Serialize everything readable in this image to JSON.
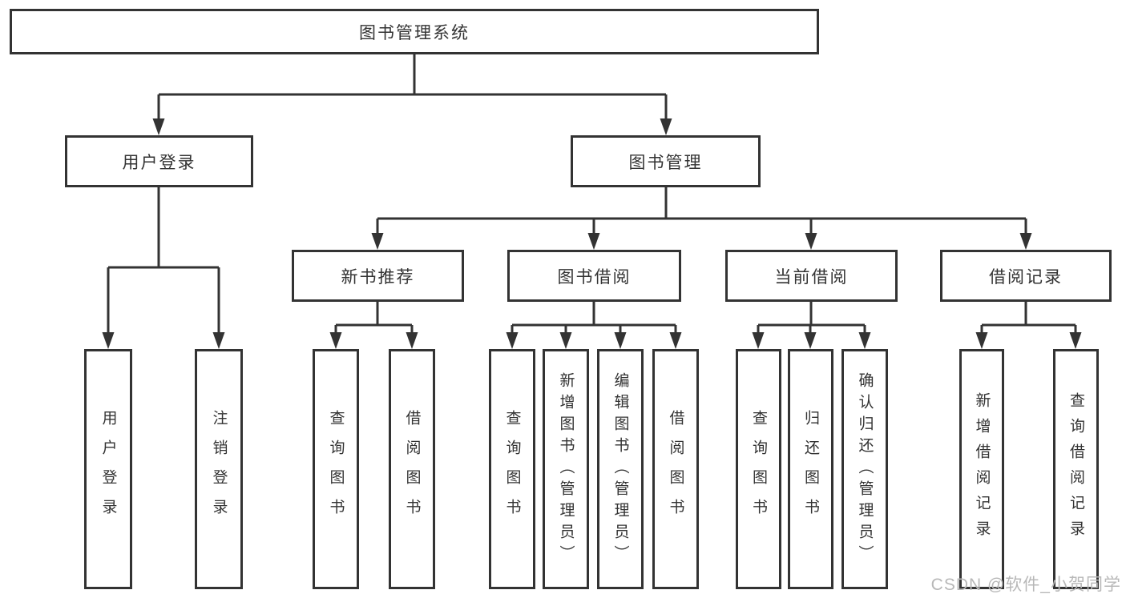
{
  "diagram": {
    "root": {
      "label": "图书管理系统"
    },
    "level2": [
      {
        "label": "用户登录"
      },
      {
        "label": "图书管理"
      }
    ],
    "level3": [
      {
        "label": "新书推荐"
      },
      {
        "label": "图书借阅"
      },
      {
        "label": "当前借阅"
      },
      {
        "label": "借阅记录"
      }
    ],
    "leaves": {
      "user_login": [
        "用户登录",
        "注销登录"
      ],
      "new_book_recommend": [
        "查询图书",
        "借阅图书"
      ],
      "book_borrow": [
        "查询图书",
        "新增图书（管理员）",
        "编辑图书（管理员）",
        "借阅图书"
      ],
      "current_borrow": [
        "查询图书",
        "归还图书",
        "确认归还（管理员）"
      ],
      "borrow_records": [
        "新增借阅记录",
        "查询借阅记录"
      ]
    }
  },
  "watermark": {
    "text": "CSDN @软件_小贺同学"
  },
  "colors": {
    "line": "#333333",
    "text": "#333333",
    "box_background": "#ffffff",
    "watermark": "#b8b8b8",
    "background": "#ffffff"
  }
}
